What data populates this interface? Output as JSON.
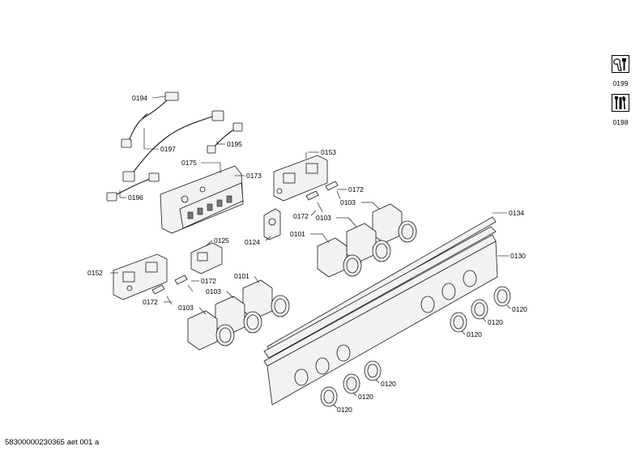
{
  "parts": {
    "p0194": "0194",
    "p0197": "0197",
    "p0195": "0195",
    "p0196": "0196",
    "p0175": "0175",
    "p0173": "0173",
    "p0153": "0153",
    "p0172": "0172",
    "p0103": "0103",
    "p0101": "0101",
    "p0124": "0124",
    "p0125": "0125",
    "p0134": "0134",
    "p0130": "0130",
    "p0152": "0152",
    "p0120": "0120"
  },
  "tools": {
    "t0199": "0199",
    "t0198": "0198"
  },
  "footer": "58300000230365 aet 001 a"
}
